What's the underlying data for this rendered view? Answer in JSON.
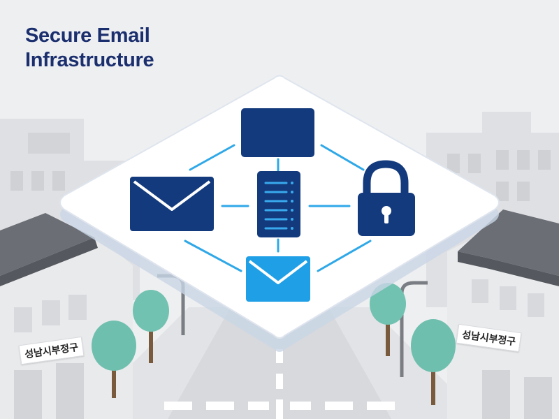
{
  "header": {
    "title_line1": "Secure Email",
    "title_line2": "Infrastructure"
  },
  "signs": {
    "left": "성남시부정구",
    "right": "성남시부정구"
  },
  "icons": {
    "top": "window-icon",
    "left": "envelope-icon",
    "center": "server-icon",
    "right": "padlock-icon",
    "bottom": "envelope-icon"
  },
  "colors": {
    "navy": "#133a7c",
    "bright_blue": "#1f9fe6",
    "connector": "#2fa8e8",
    "title": "#1b2f6e",
    "tree": "#6fbfae"
  }
}
